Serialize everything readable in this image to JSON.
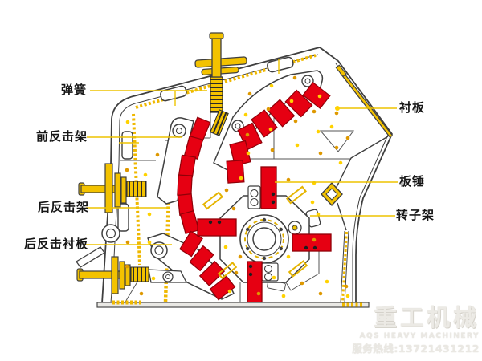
{
  "labels": {
    "spring": "弹簧",
    "front_impact_frame": "前反击架",
    "rear_impact_frame": "后反击架",
    "rear_impact_liner": "后反击衬板",
    "liner_plate": "衬板",
    "blow_bar": "板锤",
    "rotor_frame": "转子架"
  },
  "watermark": {
    "brand": "重工机械",
    "subtitle": "AQS HEAVY MACHINERY",
    "hotline": "服务热线:13721431212"
  },
  "colors": {
    "liner_red": "#e60012",
    "liner_red_dark": "#8f0008",
    "bolt_yellow": "#f3c200",
    "dot_yellow": "#ffd200",
    "dot_orange": "#de9800",
    "outline_gray": "#3f3f3f",
    "leader_yellow": "#eec400",
    "watermark_gray": "#e7e4de"
  }
}
